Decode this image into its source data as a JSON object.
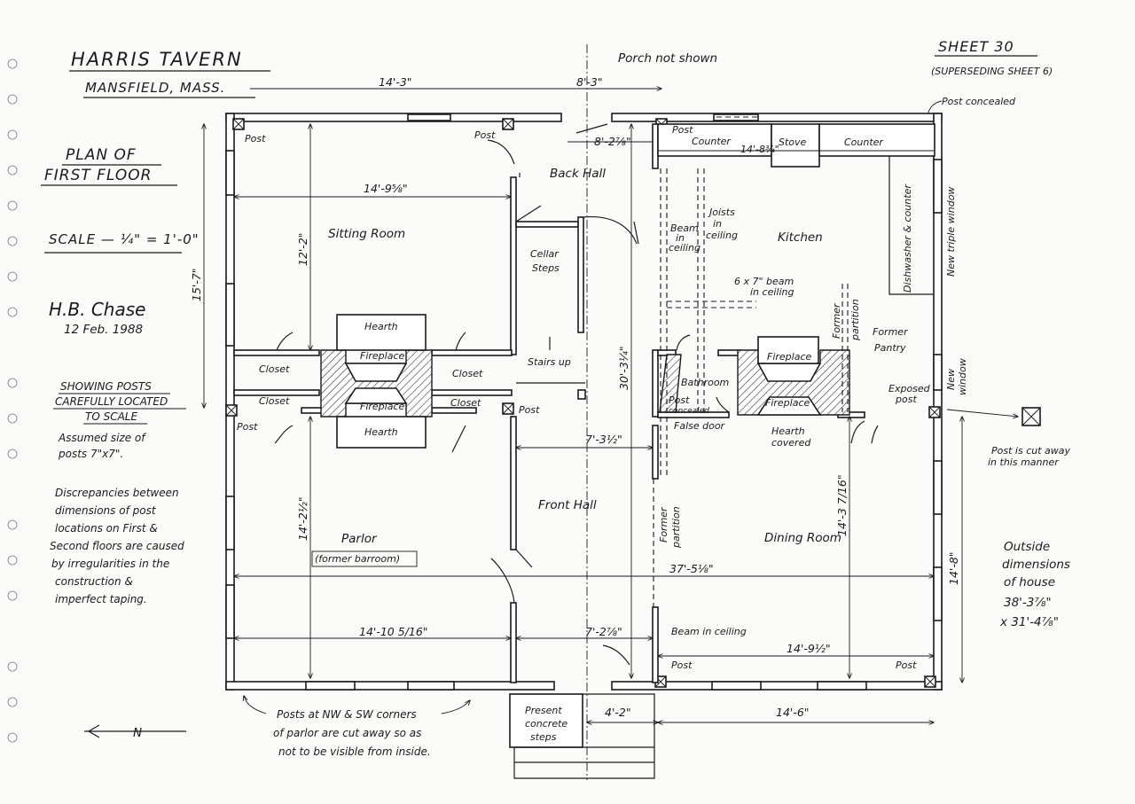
{
  "title": {
    "name": "HARRIS TAVERN",
    "location": "MANSFIELD, MASS.",
    "plan": "PLAN OF",
    "plan2": "FIRST FLOOR",
    "scale": "SCALE — ¼\" = 1'-0\"",
    "author": "H.B. Chase",
    "date": "12 Feb. 1988"
  },
  "sheet": {
    "number": "SHEET 30",
    "superseding": "(SUPERSEDING SHEET 6)"
  },
  "notes": {
    "showing1": "SHOWING POSTS",
    "showing2": "CAREFULLY LOCATED",
    "showing3": "TO SCALE",
    "assumed1": "Assumed size of",
    "assumed2": "posts 7\"x7\".",
    "disc": [
      "Discrepancies between",
      "dimensions of post",
      "locations on First &",
      "Second floors are caused",
      "by irregularities in the",
      "construction &",
      "imperfect taping."
    ],
    "porch": "Porch not shown",
    "post_concealed": "Post concealed",
    "cutaway1": "Post is cut away",
    "cutaway2": "in this manner",
    "outside": [
      "Outside",
      "dimensions",
      "of house",
      "38'-3⅞\"",
      "x 31'-4⅞\""
    ],
    "bottom": [
      "Posts at NW & SW corners",
      "of parlor are cut away so as",
      "not to be visible from inside."
    ],
    "steps": [
      "Present",
      "concrete",
      "steps"
    ],
    "north": "N"
  },
  "rooms": {
    "sitting": "Sitting Room",
    "back_hall": "Back Hall",
    "cellar1": "Cellar",
    "cellar2": "Steps",
    "stairs": "Stairs up",
    "front_hall": "Front Hall",
    "kitchen": "Kitchen",
    "parlor": "Parlor",
    "parlor2": "(former barroom)",
    "dining": "Dining Room",
    "bathroom": "Bathroom",
    "closet": "Closet",
    "hearth": "Hearth",
    "fireplace": "Fireplace",
    "former_pantry1": "Former",
    "former_pantry2": "Pantry",
    "counter": "Counter",
    "stove": "Stove",
    "dishwasher": "Dishwasher & counter",
    "triple_window": "New triple window",
    "new_window1": "New",
    "new_window2": "window",
    "hearth_covered1": "Hearth",
    "hearth_covered2": "covered",
    "false_door": "False door",
    "former_partition1": "Former",
    "former_partition2": "partition",
    "beam1": "Beam",
    "beam2": "in",
    "beam3": "ceiling",
    "joists1": "Joists",
    "joists2": "in",
    "joists3": "ceiling",
    "beam67a": "6 x 7\" beam",
    "beam67b": "in ceiling",
    "beam_ceiling": "Beam in ceiling",
    "exposed1": "Exposed",
    "exposed2": "post",
    "post": "Post",
    "post_concealed_short1": "Post",
    "post_concealed_short2": "concealed"
  },
  "dims": {
    "d1": "14'-3\"",
    "d2": "8'-3\"",
    "d3": "8'-2⅞\"",
    "d4": "14'-8¾\"",
    "d5": "14'-9⅝\"",
    "d6": "12'-2\"",
    "d7": "15'-7\"",
    "d8": "30'-3¼\"",
    "d9": "7'-3½\"",
    "d10": "14'-2½\"",
    "d11": "14'-3 7/16\"",
    "d12": "37'-5⅛\"",
    "d13": "14'-8\"",
    "d14": "14'-10 5/16\"",
    "d15": "7'-2⅞\"",
    "d16": "14'-9½\"",
    "d17": "4'-2\"",
    "d18": "14'-6\""
  }
}
